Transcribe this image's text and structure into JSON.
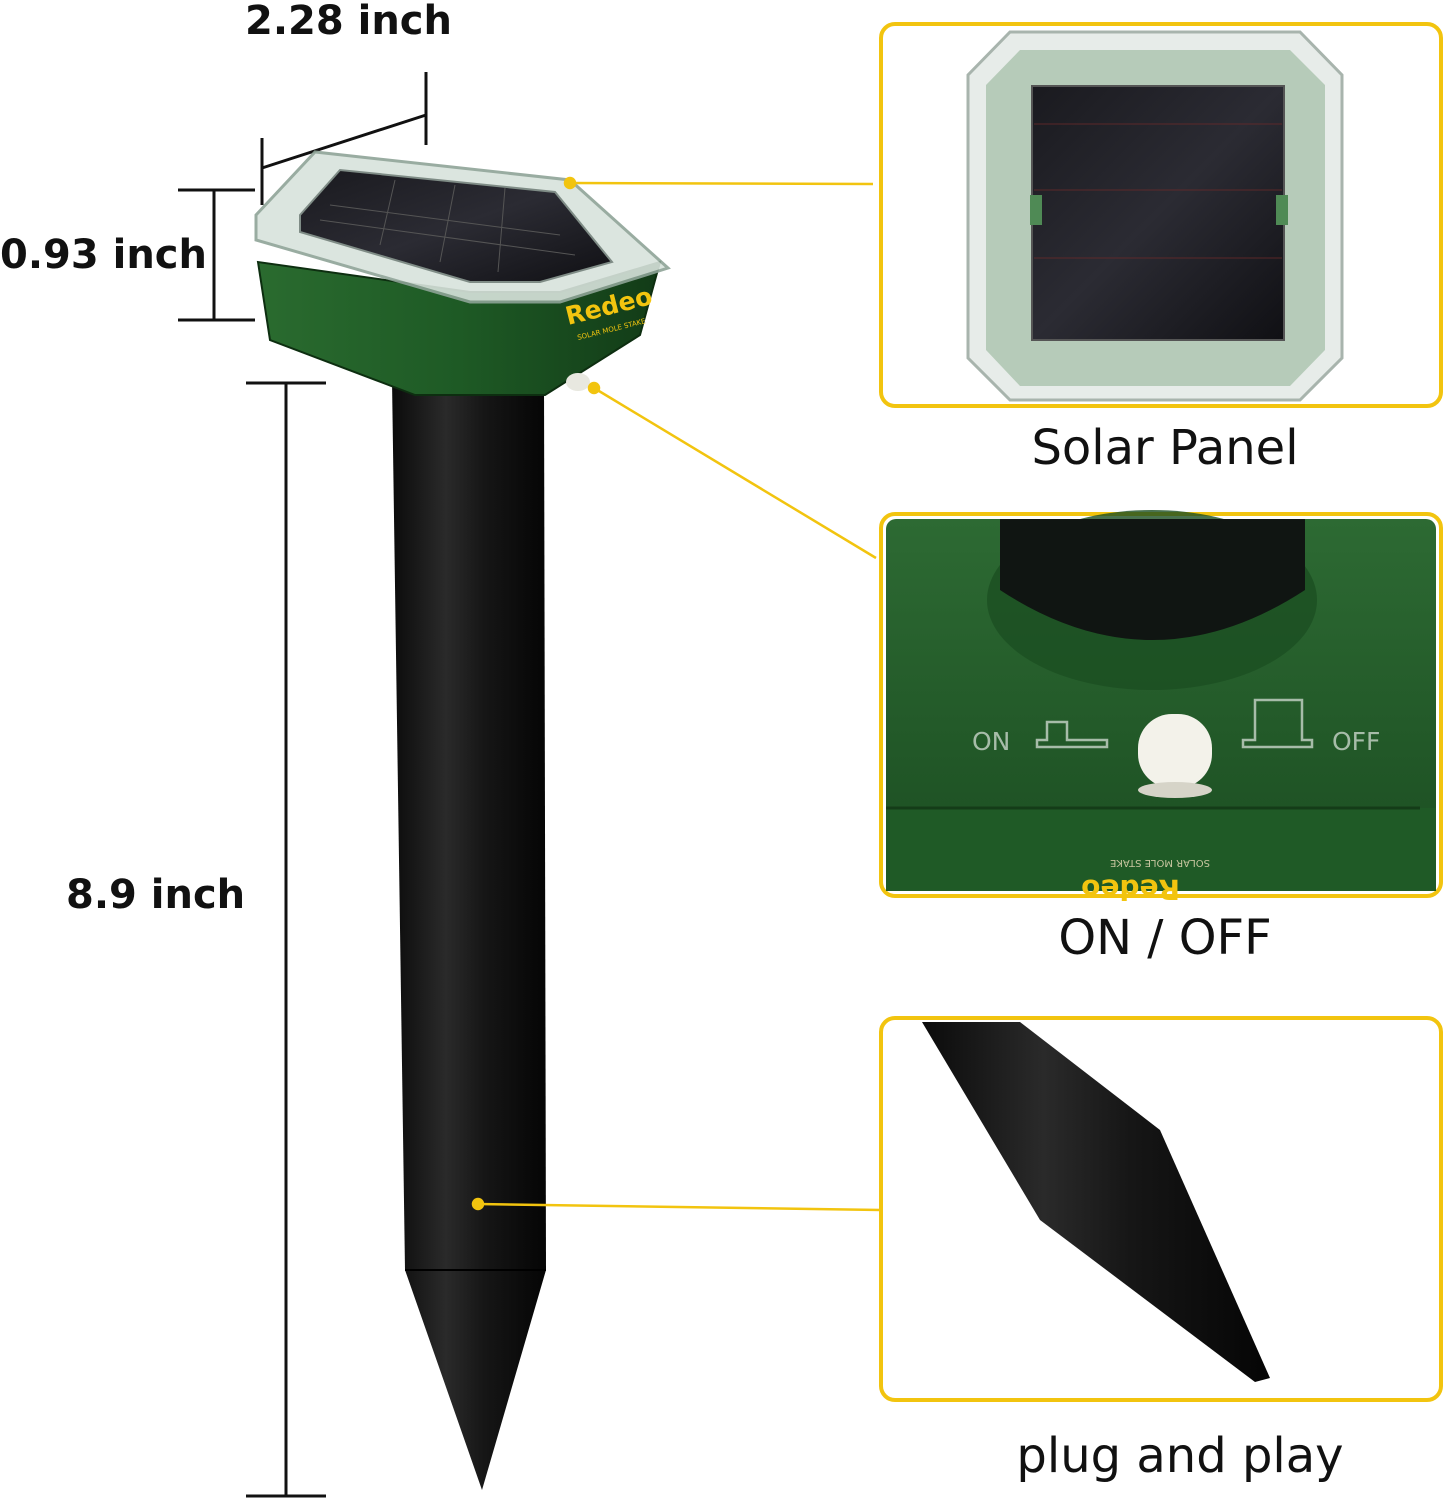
{
  "dimensions": {
    "width_label": "2.28 inch",
    "height_label": "0.93 inch",
    "length_label": "8.9 inch"
  },
  "product": {
    "brand": "Redeo",
    "tagline": "SOLAR MOLE STAKE"
  },
  "callouts": [
    {
      "caption": "Solar Panel"
    },
    {
      "caption": "ON / OFF",
      "switch_on": "ON",
      "switch_off": "OFF",
      "mirrored_brand": "Redeo",
      "mirrored_tagline": "SOLAR MOLE STAKE"
    },
    {
      "caption": "plug and play"
    }
  ],
  "colors": {
    "accent_yellow": "#f2c40f",
    "housing_green": "#1f5a26",
    "stake_black": "#141414"
  }
}
